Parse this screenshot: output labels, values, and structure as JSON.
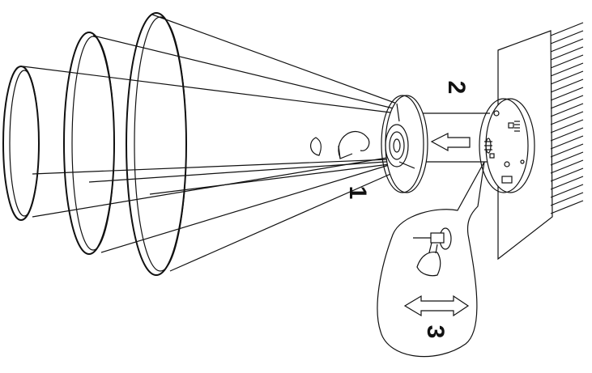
{
  "diagram": {
    "steps": [
      {
        "label": "1"
      },
      {
        "label": "2"
      },
      {
        "label": "3"
      }
    ]
  }
}
